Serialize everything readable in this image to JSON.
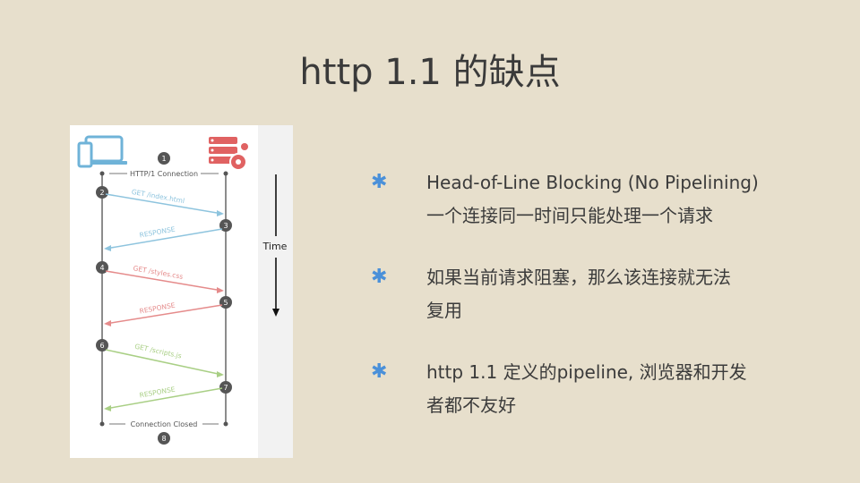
{
  "slide": {
    "title": "http 1.1 的缺点"
  },
  "diagram": {
    "connection_label": "HTTP/1 Connection",
    "closed_label": "Connection Closed",
    "time_label": "Time",
    "steps": [
      "1",
      "2",
      "3",
      "4",
      "5",
      "6",
      "7",
      "8"
    ],
    "messages": [
      {
        "label": "GET /index.html",
        "color": "#8ec4de"
      },
      {
        "label": "RESPONSE",
        "color": "#8ec4de"
      },
      {
        "label": "GET /styles.css",
        "color": "#e58b8b"
      },
      {
        "label": "RESPONSE",
        "color": "#e58b8b"
      },
      {
        "label": "GET /scripts.js",
        "color": "#a9cf85"
      },
      {
        "label": "RESPONSE",
        "color": "#a9cf85"
      }
    ]
  },
  "bullets": [
    {
      "line1": "Head-of-Line Blocking (No Pipelining)",
      "line2": "一个连接同一时间只能处理一个请求"
    },
    {
      "line1": "如果当前请求阻塞，那么该连接就无法",
      "line2": "复用"
    },
    {
      "line1": "http 1.1 定义的pipeline, 浏览器和开发",
      "line2": "者都不友好"
    }
  ],
  "colors": {
    "background": "#e7dfcc",
    "bullet_star": "#4a90d9",
    "client_icon": "#6fb3d8",
    "server_icon": "#e06262"
  },
  "icons": {
    "bullet": "asterisk-icon",
    "client": "laptop-phone-icon",
    "server": "server-gear-icon"
  }
}
